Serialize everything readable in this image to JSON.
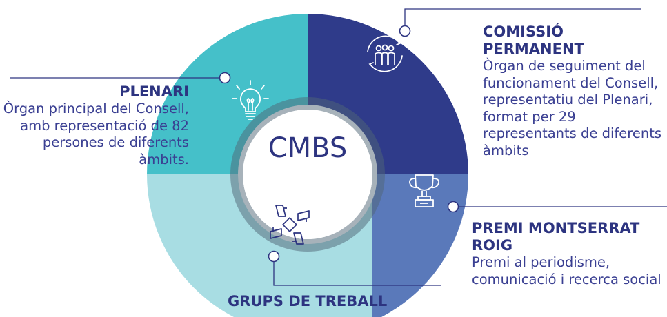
{
  "center": {
    "label": "CMBS"
  },
  "segments": [
    {
      "id": "comissio",
      "title": "COMISSIÓ PERMANENT",
      "description": "Òrgan de seguiment del funcionament del Consell, representatiu del Plenari, format per 29 representants de diferents àmbits",
      "color": "#2f3b8a",
      "icon": "people-cycle-icon"
    },
    {
      "id": "premi",
      "title": "PREMI MONTSERRAT ROIG",
      "description": "Premi al periodisme, comunicació i recerca social",
      "color": "#5a79ba",
      "icon": "trophy-icon"
    },
    {
      "id": "grups",
      "title": "GRUPS DE TREBALL",
      "description": "",
      "color": "#a8dde3",
      "icon": "joined-hands-icon"
    },
    {
      "id": "plenari",
      "title": "PLENARI",
      "description": "Òrgan principal del Consell, amb representació de 82 persones de diferents àmbits.",
      "color": "#45c0c9",
      "icon": "lightbulb-icon"
    }
  ],
  "colors": {
    "text": "#2d3480",
    "connector": "#2d3480",
    "center_text": "#2d3480",
    "inner_ring": "#4f6675"
  }
}
